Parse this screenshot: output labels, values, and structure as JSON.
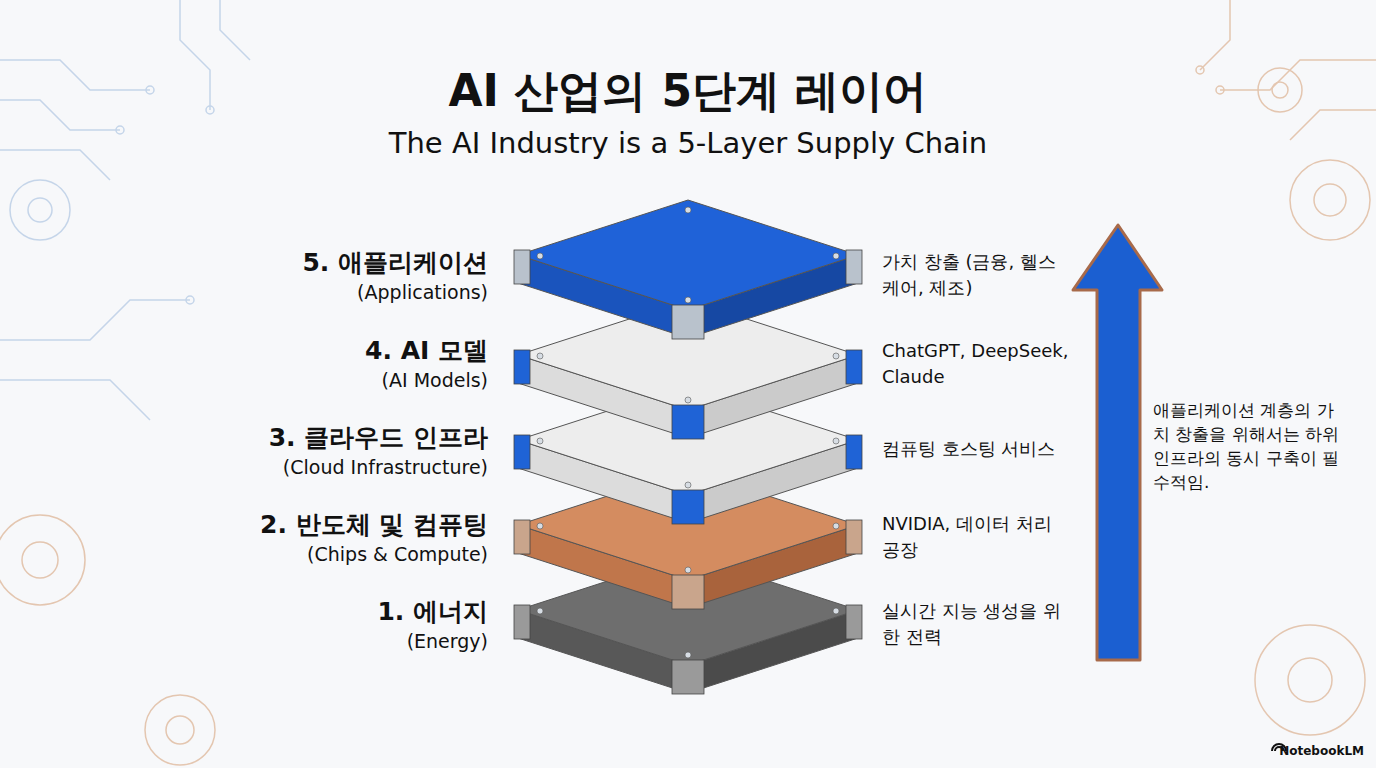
{
  "diagram": {
    "title": "AI 산업의 5단계 레이어",
    "caption": "The AI Industry is a 5-Layer Supply Chain",
    "nodes": [
      {
        "text": [
          "5. 애플리케이션",
          "(Applications)",
          "가치 창출 (금융, 헬스케어, 제조)"
        ]
      },
      {
        "text": [
          "4. AI 모델",
          "(AI Models)",
          "ChatGPT, DeepSeek, Claude"
        ]
      },
      {
        "text": [
          "3. 클라우드 인프라",
          "(Cloud Infrastructure)",
          "컴퓨팅 호스팅 서비스"
        ]
      },
      {
        "text": [
          "2. 반도체 및 컴퓨팅",
          "(Chips & Compute)",
          "NVIDIA, 데이터 처리 공장"
        ]
      },
      {
        "text": [
          "1. 에너지",
          "(Energy)",
          "실시간 지능 생성을 위한 전력"
        ]
      }
    ],
    "labels": [
      "애플리케이션 계층의 가치 창출을 위해서는 하위 인프라의 동시 구축이 필수적임.",
      "NotebookLM"
    ]
  }
}
